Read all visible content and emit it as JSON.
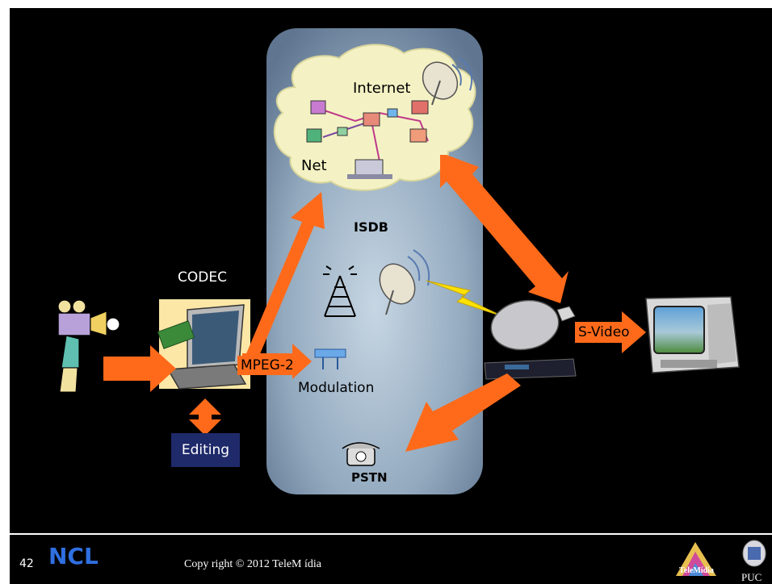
{
  "slide": {
    "labels": {
      "internet": "Internet",
      "net": "Net",
      "isdb": "ISDB",
      "codec": "CODEC",
      "mpeg2": "MPEG-2",
      "modulation": "Modulation",
      "editing": "Editing",
      "pstn": "PSTN",
      "svideo": "S-Video"
    }
  },
  "footer": {
    "page_number": "42",
    "copyright": "Copy right © 2012 TeleM ídia",
    "ncl_logo_text": "NCL",
    "telemidia_logo_text": "TeleMídia",
    "puc_logo_text": "PUC"
  },
  "colors": {
    "background": "#000000",
    "arrow": "#ff6a1a",
    "isdb_panel": "#9fb5c8",
    "cloud": "#f4f2c4",
    "editing_box": "#1f2a6b",
    "codec_box": "#fde7a6"
  },
  "icons": [
    "camera-operator-icon",
    "laptop-icon",
    "satellite-dish-icon",
    "broadcast-tower-icon",
    "modulator-icon",
    "telephone-icon",
    "set-top-box-icon",
    "television-icon",
    "computer-icon",
    "lightning-icon"
  ]
}
